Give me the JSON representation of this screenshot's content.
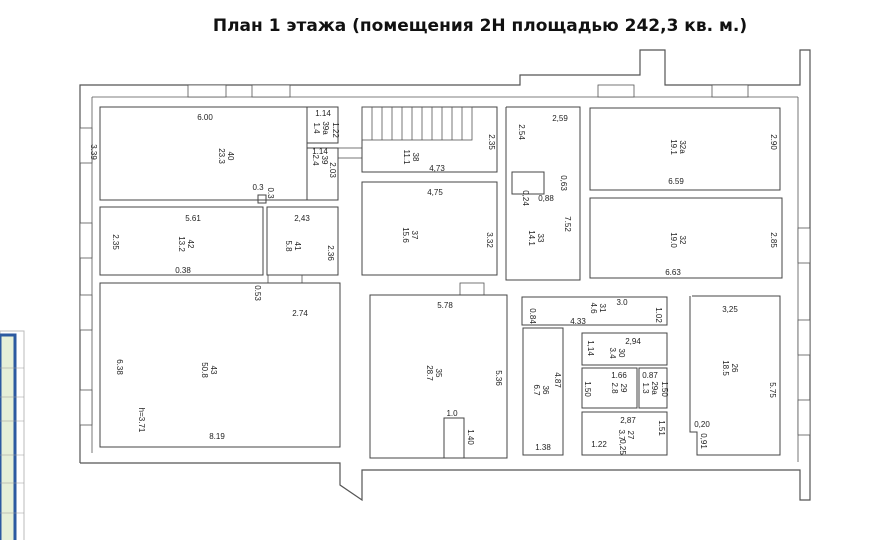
{
  "title": "План 1 этажа (помещения 2Н площадью 242,3 кв. м.)",
  "rooms": [
    {
      "number": "40",
      "area": "23.3"
    },
    {
      "number": "39a",
      "area": "1.4"
    },
    {
      "number": "39",
      "area": "2.4"
    },
    {
      "number": "42",
      "area": "13.2"
    },
    {
      "number": "41",
      "area": "5.8"
    },
    {
      "number": "43",
      "area": "50.8"
    },
    {
      "number": "38",
      "area": "11.1"
    },
    {
      "number": "37",
      "area": "15.6"
    },
    {
      "number": "33",
      "area": "14.1"
    },
    {
      "number": "32a",
      "area": "19.1"
    },
    {
      "number": "32",
      "area": "19.0"
    },
    {
      "number": "35",
      "area": "28.7"
    },
    {
      "number": "36",
      "area": "6.7"
    },
    {
      "number": "31",
      "area": "4.6"
    },
    {
      "number": "30",
      "area": "3.4"
    },
    {
      "number": "29",
      "area": "2.8"
    },
    {
      "number": "29a",
      "area": "1.3"
    },
    {
      "number": "27",
      "area": "3.7"
    },
    {
      "number": "26",
      "area": "18.5"
    }
  ],
  "dimensions": [
    "6.00",
    "3.39",
    "1.14",
    "1.22",
    "1.14",
    "2.03",
    "0.3",
    "0.3",
    "5.61",
    "2,43",
    "2.35",
    "2.36",
    "0.38",
    "0.53",
    "2.74",
    "6.38",
    "h=3.71",
    "8.19",
    "2.35",
    "2.54",
    "2,59",
    "4,73",
    "4,75",
    "0,63",
    "0,24",
    "0,88",
    "7.52",
    "3.32",
    "2.90",
    "6.59",
    "2.85",
    "6.63",
    "5.78",
    "5.36",
    "1.0",
    "1.40",
    "0.84",
    "3.0",
    "4.33",
    "1.02",
    "3,25",
    "2,94",
    "1,14",
    "4.87",
    "1.66",
    "0.87",
    "1.50",
    "1.50",
    "2,87",
    "1.51",
    "1.38",
    "1.22",
    "0,25",
    "0,20",
    "0,91",
    "5.75"
  ]
}
